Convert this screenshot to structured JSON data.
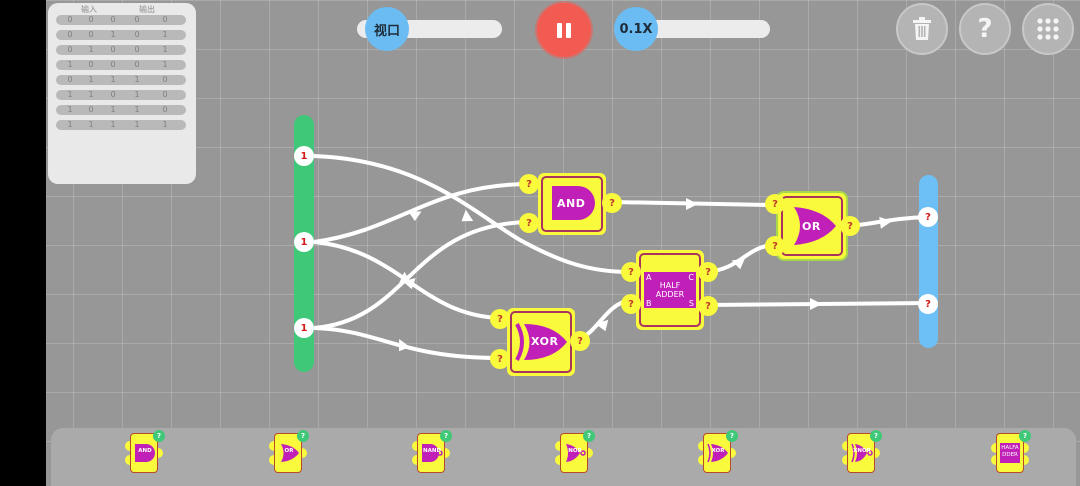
{
  "truth_table": {
    "headers": {
      "input": "输入",
      "output": "输出"
    },
    "rows": [
      [
        "0",
        "0",
        "0",
        "0",
        "0"
      ],
      [
        "0",
        "0",
        "1",
        "0",
        "1"
      ],
      [
        "0",
        "1",
        "0",
        "0",
        "1"
      ],
      [
        "1",
        "0",
        "0",
        "0",
        "1"
      ],
      [
        "0",
        "1",
        "1",
        "1",
        "0"
      ],
      [
        "1",
        "1",
        "0",
        "1",
        "0"
      ],
      [
        "1",
        "0",
        "1",
        "1",
        "0"
      ],
      [
        "1",
        "1",
        "1",
        "1",
        "1"
      ]
    ]
  },
  "controls": {
    "view_slider_label": "视口",
    "speed_slider_label": "0.1X",
    "pause_icon": "pause-icon",
    "delete_icon": "trash-icon",
    "help_label": "?",
    "menu_icon": "grid-menu-icon"
  },
  "circuit": {
    "inputs": [
      "1",
      "1",
      "1"
    ],
    "outputs": [
      "?",
      "?"
    ],
    "gates": {
      "and": {
        "label": "AND",
        "in1": "?",
        "in2": "?",
        "out": "?"
      },
      "xor": {
        "label": "XOR",
        "in1": "?",
        "in2": "?",
        "out": "?"
      },
      "half_adder": {
        "line1": "HALF",
        "line2": "ADDER",
        "a": "A",
        "b": "B",
        "c": "C",
        "s": "S",
        "in1": "?",
        "in2": "?",
        "out1": "?",
        "out2": "?"
      },
      "or": {
        "label": "OR",
        "in1": "?",
        "in2": "?",
        "out": "?"
      }
    }
  },
  "palette": [
    {
      "label": "AND",
      "badge": "?"
    },
    {
      "label": "OR",
      "badge": "?"
    },
    {
      "label": "NAND",
      "badge": "?"
    },
    {
      "label": "NOR",
      "badge": "?"
    },
    {
      "label": "XOR",
      "badge": "?"
    },
    {
      "label": "XNOR",
      "badge": "?"
    },
    {
      "label": "HALFADDER",
      "line1": "HALFA",
      "line2": "DDER",
      "badge": "?"
    }
  ],
  "colors": {
    "background": "#979797",
    "input_bar": "#3ec878",
    "output_bar": "#6cc0f5",
    "gate_body": "#fafa3c",
    "gate_symbol": "#c020b8",
    "pause": "#f25b52",
    "slider_knob": "#6bbcf2"
  }
}
